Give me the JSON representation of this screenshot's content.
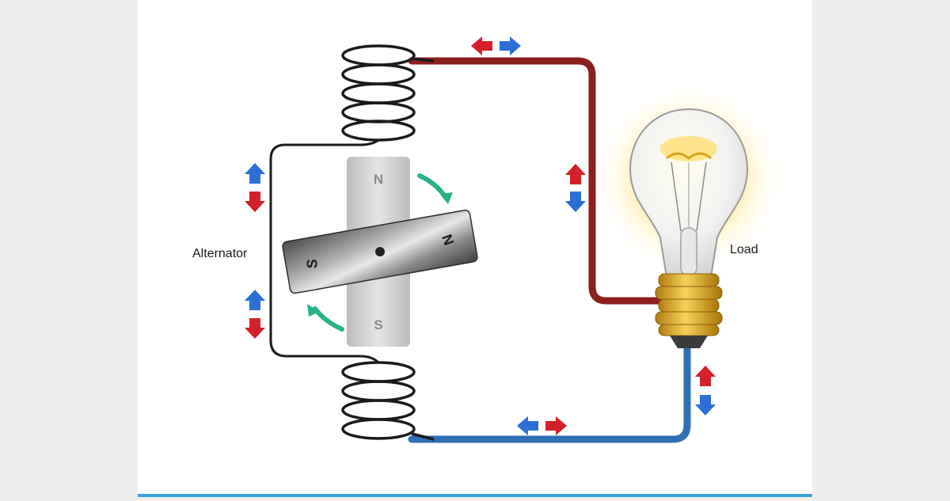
{
  "labels": {
    "alternator": "Alternator",
    "load": "Load",
    "stator_north": "N",
    "stator_south": "S",
    "rotor_north": "N",
    "rotor_south": "S"
  },
  "colors": {
    "background": "#efefef",
    "panel": "#ffffff",
    "panel_bottom_line": "#3aa3d8",
    "positive_wire": "#8e1f1f",
    "negative_wire": "#2f6fb4",
    "coil_wire": "#1b1b1b",
    "arrow_red": "#d4202a",
    "arrow_blue": "#2a6fd6",
    "rotation_arrow": "#27b38a",
    "bulb_glow": "#ffe79a",
    "bulb_base": "#e6b52a",
    "magnet_stator": "#c9c9c9",
    "magnet_rotor": "#6f6f6f"
  },
  "icons": {
    "current_arrow_pair": "bidirectional-current-arrow-icon",
    "rotation_arrow": "curved-rotation-arrow-icon",
    "light_bulb": "light-bulb-icon",
    "coil": "coil-spring-icon"
  }
}
